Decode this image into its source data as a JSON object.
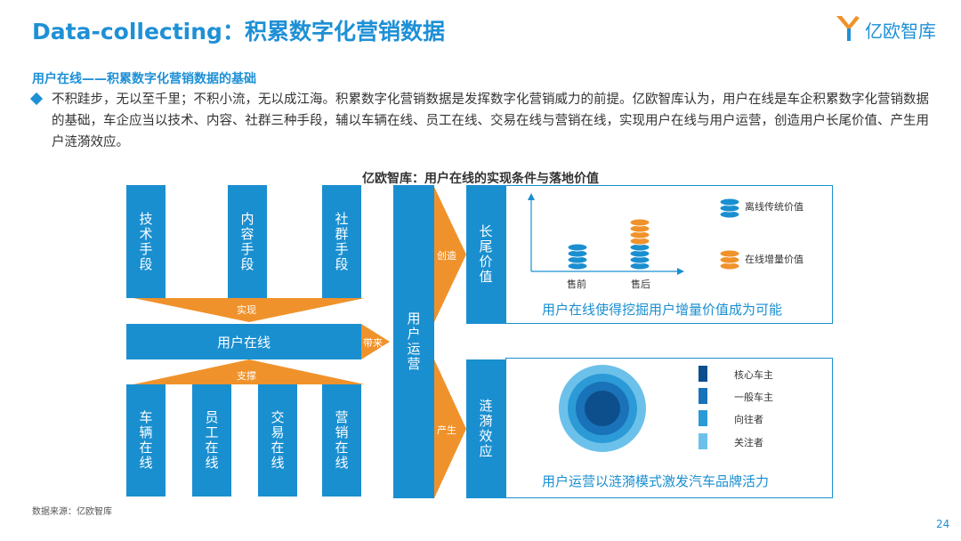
{
  "header": {
    "title": "Data-collecting：积累数字化营销数据",
    "logo_text": "亿欧智库"
  },
  "section": {
    "heading": "用户在线——积累数字化营销数据的基础",
    "bullet": "不积跬步，无以至千里；不积小流，无以成江海。积累数字化营销数据是发挥数字化营销威力的前提。亿欧智库认为，用户在线是车企积累数字化营销数据的基础，车企应当以技术、内容、社群三种手段，辅以车辆在线、员工在线、交易在线与营销在线，实现用户在线与用户运营，创造用户长尾价值、产生用户涟漪效应。"
  },
  "diagram": {
    "title": "亿欧智库：用户在线的实现条件与落地价值",
    "top_means": [
      "技术手段",
      "内容手段",
      "社群手段"
    ],
    "realize_label": "实现",
    "user_online": "用户在线",
    "bring_label": "带来",
    "support_label": "支撑",
    "bottom_supports": [
      "车辆在线",
      "员工在线",
      "交易在线",
      "营销在线"
    ],
    "user_operation": "用户运营",
    "create_label": "创造",
    "produce_label": "产生",
    "long_tail": "长尾价值",
    "ripple": "涟漪效应",
    "long_tail_caption": "用户在线使得挖掘用户增量价值成为可能",
    "ripple_caption": "用户运营以涟漪模式激发汽车品牌活力",
    "value_chart": {
      "categories": [
        "售前",
        "售后"
      ],
      "legend": [
        {
          "label": "离线传统价值",
          "color": "#1a8fd0"
        },
        {
          "label": "在线增量价值",
          "color": "#f0922b"
        }
      ]
    },
    "ripple_legend": [
      {
        "label": "核心车主",
        "color": "#0d4e8c"
      },
      {
        "label": "一般车主",
        "color": "#1a72b8"
      },
      {
        "label": "向往者",
        "color": "#2b9ad6"
      },
      {
        "label": "关注者",
        "color": "#6cc1ea"
      }
    ]
  },
  "footer": {
    "source": "数据来源：亿欧智库",
    "page_number": "24"
  }
}
